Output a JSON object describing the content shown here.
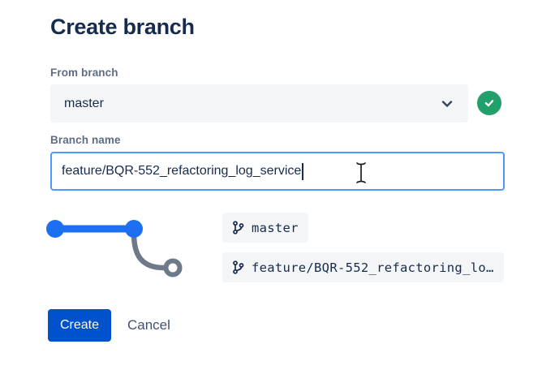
{
  "dialog": {
    "title": "Create branch"
  },
  "form": {
    "from_branch": {
      "label": "From branch",
      "selected_value": "master",
      "validation_state": "valid"
    },
    "branch_name": {
      "label": "Branch name",
      "value": "feature/BQR-552_refactoring_log_service"
    }
  },
  "branch_preview": {
    "source_branch_chip": "master",
    "new_branch_chip": "feature/BQR-552_refactoring_lo…"
  },
  "actions": {
    "create_label": "Create",
    "cancel_label": "Cancel"
  },
  "icons": {
    "select": "chevron-down-icon",
    "validation": "check-circle-icon",
    "chips": "git-branch-icon",
    "mouse_pointer": "i-beam-cursor"
  },
  "colors": {
    "primary_button": "#0052CC",
    "success_green": "#22A06B",
    "graph_blue": "#1D6FF2",
    "graph_gray": "#6E7A89",
    "input_focus_border": "#4C9AFF",
    "field_background": "#F4F5F7",
    "heading_text": "#172B4D",
    "label_text": "#5E6C84"
  }
}
